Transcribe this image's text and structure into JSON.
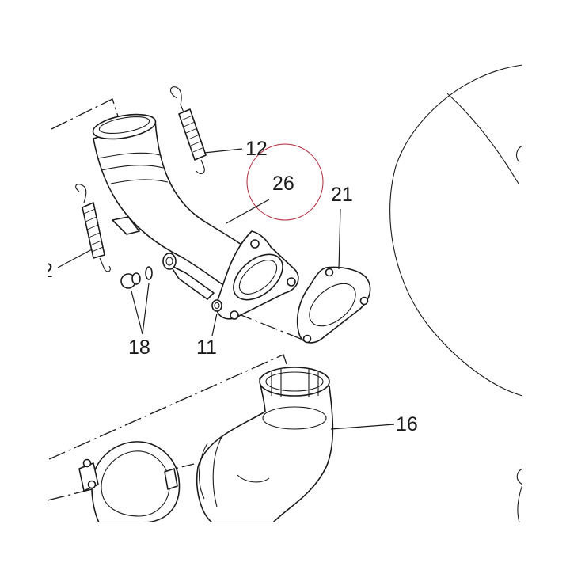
{
  "diagram": {
    "title": "",
    "callouts": {
      "spring_upper": "12",
      "spring_left": "2",
      "pipe": "26",
      "gasket": "21",
      "mounting_parts": "18",
      "bolt": "11",
      "elbow": "16"
    },
    "colors": {
      "line": "#1a1a1a",
      "background": "#ffffff",
      "highlight_circle": "#b02a3a"
    }
  }
}
